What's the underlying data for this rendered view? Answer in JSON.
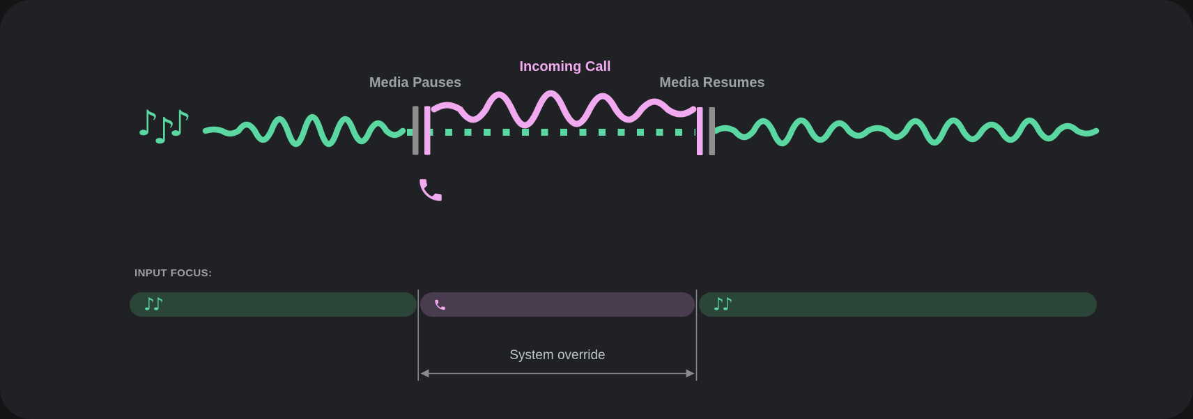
{
  "diagram": {
    "media_pauses_label": "Media Pauses",
    "incoming_call_label": "Incoming Call",
    "media_resumes_label": "Media Resumes"
  },
  "focus_bar": {
    "heading": "INPUT FOCUS:",
    "override_label": "System override",
    "segments": [
      {
        "type": "media",
        "icon": "music-notes"
      },
      {
        "type": "call",
        "icon": "phone"
      },
      {
        "type": "media",
        "icon": "music-notes"
      }
    ]
  },
  "glyphs": {
    "note": "♪",
    "notes_pair": "♪♪"
  },
  "colors": {
    "page-bg": "#141414",
    "card-bg": "#202124",
    "media-green": "#5BD7A1",
    "call-pink": "#F1A9EF",
    "marker-gray": "#8E8E8E",
    "label-gray": "#9DA1A6",
    "focus-green-bg": "#2B4638",
    "focus-purple-bg": "#4A3C4F",
    "guide-gray": "#87898C",
    "override-text": "#BFC2C6",
    "heading-gray": "#9E9E9E"
  }
}
